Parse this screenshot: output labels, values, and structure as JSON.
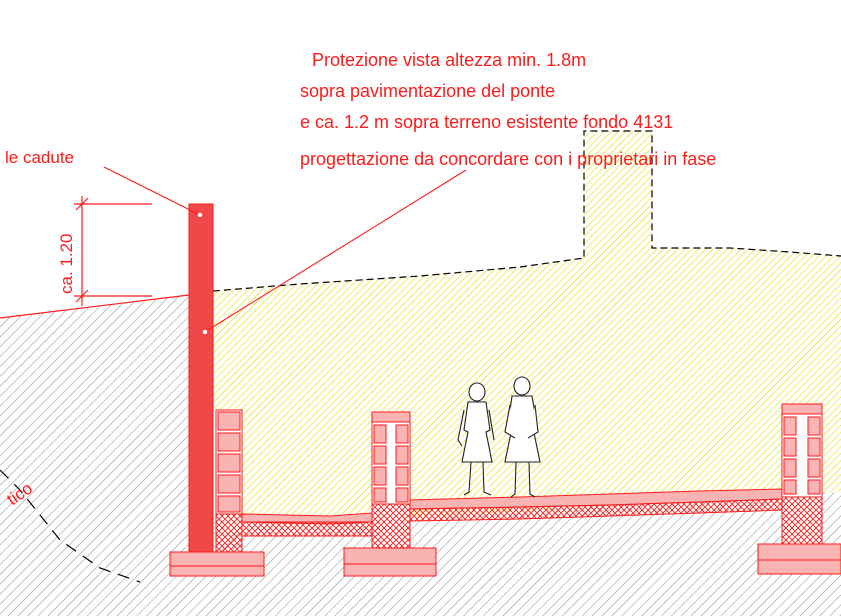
{
  "annotation": {
    "lines": [
      "Protezione vista altezza min. 1.8m",
      "sopra pavimentazione del ponte",
      "e ca. 1.2 m sopra terreno esistente fondo 4131",
      "progettazione da concordare con i proprietari in fase"
    ]
  },
  "labels": {
    "fall_protection": "le cadute",
    "dimension": "ca. 1.20",
    "rotated_fragment": "tico"
  },
  "colors": {
    "red": "#ff1a1a",
    "red_fill": "#f04848",
    "pink_fill": "#f9b3b3",
    "yellow_hatch": "#e6e600",
    "ground_hatch": "#777777"
  }
}
